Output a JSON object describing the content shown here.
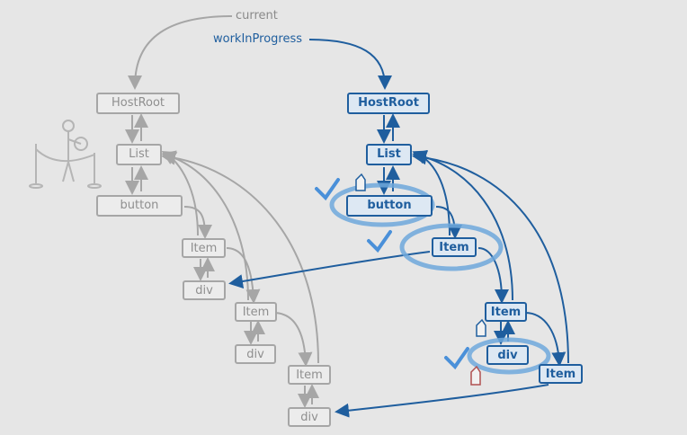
{
  "labels": {
    "current": "current",
    "work_in_progress": "workInProgress"
  },
  "current_tree": {
    "host_root": "HostRoot",
    "list": "List",
    "button": "button",
    "item_1": "Item",
    "div_1": "div",
    "item_2": "Item",
    "div_2": "div",
    "item_3": "Item",
    "div_3": "div"
  },
  "wip_tree": {
    "host_root": "HostRoot",
    "list": "List",
    "button": "button",
    "item_1": "Item",
    "item_2": "Item",
    "div_2": "div",
    "item_3": "Item"
  },
  "colors": {
    "current": "#a6a6a6",
    "wip": "#1f5e9e",
    "highlight": "#6fa8dc",
    "check": "#4a90d9",
    "tag_red": "#b05050"
  },
  "icons": [
    "stanchion-icon",
    "tag-icon",
    "check-icon"
  ]
}
